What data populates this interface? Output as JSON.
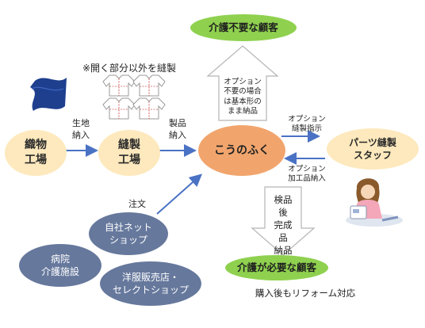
{
  "nodes": {
    "weaving_factory": "織物\n工場",
    "sewing_factory": "縫製\n工場",
    "kounofuku": "こうのふく",
    "parts_staff": "パーツ縫製\nスタッフ",
    "no_care_customer": "介護不要な顧客",
    "care_customer": "介護が必要な顧客",
    "own_net_shop": "自社ネット\nショップ",
    "hospital": "病院\n介護施設",
    "clothing_store": "洋服販売店・\nセレクトショップ"
  },
  "labels": {
    "sewing_note": "※開く部分以外を縫製",
    "fabric_delivery": "生地\n納入",
    "product_delivery": "製品\n納入",
    "option_instruction": "オプション\n縫製指示",
    "option_processed": "オプション\n加工品納入",
    "order": "注文",
    "no_option_arrow": "オプション\n不要の場合\nは基本形の\nまま納品",
    "inspection_arrow": "検品後\n完成品\n納品",
    "after_purchase": "購入後もリフォーム対応"
  },
  "colors": {
    "cream": "#fde9bd",
    "green": "#8fd14f",
    "orange": "#f1a56d",
    "blue_gray": "#66789c",
    "arrow_blue": "#4a72c4",
    "fabric_navy": "#1e3f8e"
  },
  "icons": [
    "fabric-icon",
    "shirt-icon",
    "sewing-staff-icon"
  ]
}
